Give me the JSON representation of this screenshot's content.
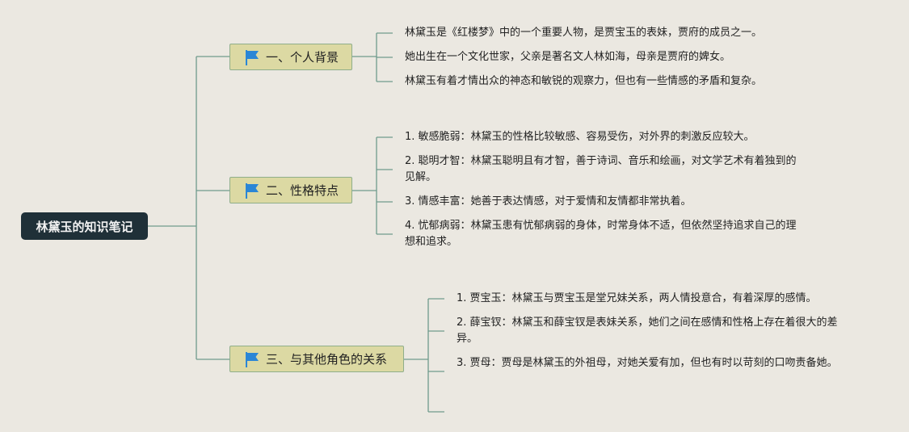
{
  "root": {
    "label": "林黛玉的知识笔记"
  },
  "topics": [
    {
      "label": "一、个人背景",
      "icon": "blue-flag-icon",
      "items": [
        "林黛玉是《红楼梦》中的一个重要人物，是贾宝玉的表妹，贾府的成员之一。",
        "她出生在一个文化世家，父亲是著名文人林如海，母亲是贾府的婢女。",
        "林黛玉有着才情出众的神态和敏锐的观察力，但也有一些情感的矛盾和复杂。"
      ]
    },
    {
      "label": "二、性格特点",
      "icon": "blue-flag-icon",
      "items": [
        "1. 敏感脆弱：林黛玉的性格比较敏感、容易受伤，对外界的刺激反应较大。",
        "2. 聪明才智：林黛玉聪明且有才智，善于诗词、音乐和绘画，对文学艺术有着独到的见解。",
        "3. 情感丰富：她善于表达情感，对于爱情和友情都非常执着。",
        "4. 忧郁病弱：林黛玉患有忧郁病弱的身体，时常身体不适，但依然坚持追求自己的理想和追求。"
      ]
    },
    {
      "label": "三、与其他角色的关系",
      "icon": "blue-flag-icon",
      "items": [
        "1. 贾宝玉：林黛玉与贾宝玉是堂兄妹关系，两人情投意合，有着深厚的感情。",
        "2. 薛宝钗：林黛玉和薛宝钗是表妹关系，她们之间在感情和性格上存在着很大的差异。",
        "3. 贾母：贾母是林黛玉的外祖母，对她关爱有加，但也有时以苛刻的口吻责备她。",
        ""
      ]
    }
  ],
  "colors": {
    "background": "#ebe8e1",
    "root_fill": "#1f3038",
    "topic_fill": "#dcd9a3",
    "topic_border": "#8fae8a",
    "connector": "#6f9a8c",
    "flag": "#2a86d6"
  }
}
